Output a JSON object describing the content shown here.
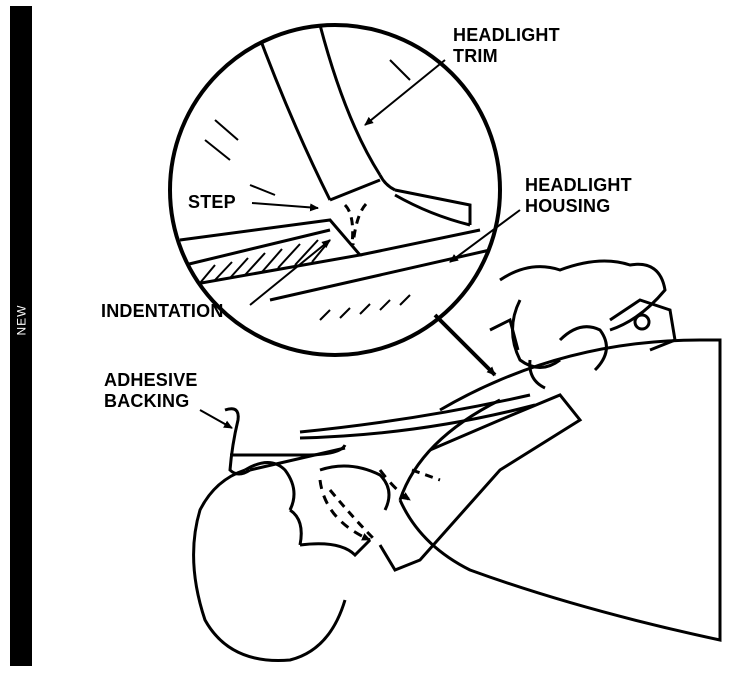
{
  "sidebar": {
    "label": "NEW"
  },
  "labels": {
    "headlight_trim": [
      "HEADLIGHT",
      "TRIM"
    ],
    "step": "STEP",
    "headlight_housing": [
      "HEADLIGHT",
      "HOUSING"
    ],
    "indentation": "INDENTATION",
    "adhesive_backing": [
      "ADHESIVE",
      "BACKING"
    ]
  }
}
